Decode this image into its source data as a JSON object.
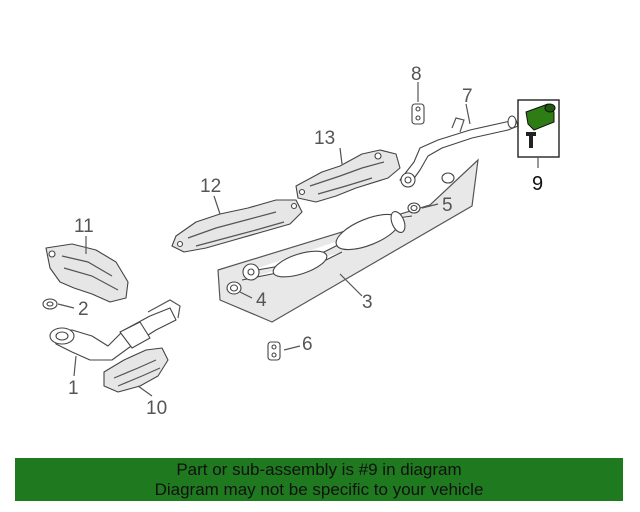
{
  "callouts": {
    "c1": "1",
    "c2": "2",
    "c3": "3",
    "c4": "4",
    "c5": "5",
    "c6": "6",
    "c7": "7",
    "c8": "8",
    "c9": "9",
    "c10": "10",
    "c11": "11",
    "c12": "12",
    "c13": "13"
  },
  "banner": {
    "line1": "Part or sub-assembly is #9 in diagram",
    "line2": "Diagram may not be specific to your vehicle",
    "background": "#1f7a1f"
  },
  "highlight_color": "#2e7d14"
}
